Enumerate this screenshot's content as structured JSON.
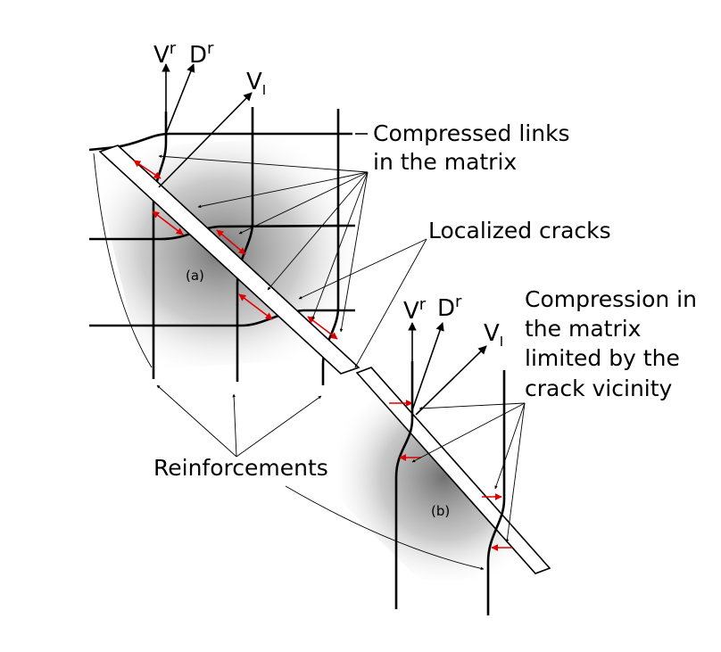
{
  "labels": {
    "compressed_links_line1": "Compressed links",
    "compressed_links_line2": "in the matrix",
    "localized_cracks": "Localized cracks",
    "compression_line1": "Compression in",
    "compression_line2": "the matrix",
    "compression_line3": "limited by the",
    "compression_line4": "crack vicinity",
    "reinforcements": "Reinforcements"
  },
  "panel_a": {
    "panel_label": "(a)",
    "vr_base": "V",
    "vr_sup": "r",
    "dr_base": "D",
    "dr_sup": "r",
    "vi_base": "V",
    "vi_sub": "I"
  },
  "panel_b": {
    "panel_label": "(b)",
    "vr_base": "V",
    "vr_sup": "r",
    "dr_base": "D",
    "dr_sup": "r",
    "vi_base": "V",
    "vi_sub": "I"
  },
  "colors": {
    "line": "#000000",
    "arrow_red": "#e00000",
    "shade": "#8a8a8a"
  }
}
